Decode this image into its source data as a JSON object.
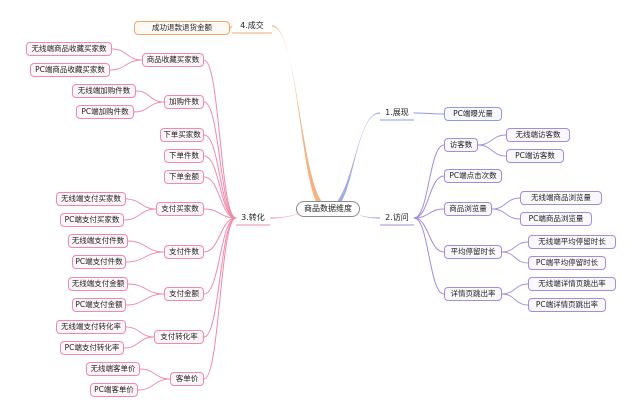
{
  "mindmap": {
    "root": "商品数据维度",
    "branches": [
      {
        "key": "b4",
        "label": "4.成交",
        "color": "#f4a46b",
        "children": [
          {
            "key": "b4_0",
            "label": "成功退款退货金额"
          }
        ]
      },
      {
        "key": "b1",
        "label": "1.展现",
        "color": "#8f9be6",
        "children": [
          {
            "key": "b1_0",
            "label": "PC端曝光量"
          }
        ]
      },
      {
        "key": "b2",
        "label": "2.访问",
        "color": "#a58be0",
        "children": [
          {
            "key": "b2_0",
            "label": "访客数",
            "children": [
              {
                "key": "b2_0_0",
                "label": "无线端访客数"
              },
              {
                "key": "b2_0_1",
                "label": "PC端访客数"
              }
            ]
          },
          {
            "key": "b2_1",
            "label": "PC端点击次数"
          },
          {
            "key": "b2_2",
            "label": "商品浏览量",
            "children": [
              {
                "key": "b2_2_0",
                "label": "无线端商品浏览量"
              },
              {
                "key": "b2_2_1",
                "label": "PC端商品浏览量"
              }
            ]
          },
          {
            "key": "b2_3",
            "label": "平均停留时长",
            "children": [
              {
                "key": "b2_3_0",
                "label": "无线端平均停留时长"
              },
              {
                "key": "b2_3_1",
                "label": "PC端平均停留时长"
              }
            ]
          },
          {
            "key": "b2_4",
            "label": "详情页跳出率",
            "children": [
              {
                "key": "b2_4_0",
                "label": "无线端详情页跳出率"
              },
              {
                "key": "b2_4_1",
                "label": "PC端详情页跳出率"
              }
            ]
          }
        ]
      },
      {
        "key": "b3",
        "label": "3.转化",
        "color": "#f08aa8",
        "children": [
          {
            "key": "b3_0",
            "label": "商品收藏买家数",
            "children": [
              {
                "key": "b3_0_0",
                "label": "无线端商品收藏买家数"
              },
              {
                "key": "b3_0_1",
                "label": "PC端商品收藏买家数"
              }
            ]
          },
          {
            "key": "b3_1",
            "label": "加购件数",
            "children": [
              {
                "key": "b3_1_0",
                "label": "无线端加购件数"
              },
              {
                "key": "b3_1_1",
                "label": "PC端加购件数"
              }
            ]
          },
          {
            "key": "b3_2",
            "label": "下单买家数"
          },
          {
            "key": "b3_3",
            "label": "下单件数"
          },
          {
            "key": "b3_4",
            "label": "下单金额"
          },
          {
            "key": "b3_5",
            "label": "支付买家数",
            "children": [
              {
                "key": "b3_5_0",
                "label": "无线端支付买家数"
              },
              {
                "key": "b3_5_1",
                "label": "PC端支付买家数"
              }
            ]
          },
          {
            "key": "b3_6",
            "label": "支付件数",
            "children": [
              {
                "key": "b3_6_0",
                "label": "无线端支付件数"
              },
              {
                "key": "b3_6_1",
                "label": "PC端支付件数"
              }
            ]
          },
          {
            "key": "b3_7",
            "label": "支付金额",
            "children": [
              {
                "key": "b3_7_0",
                "label": "无线端支付金额"
              },
              {
                "key": "b3_7_1",
                "label": "PC端支付金额"
              }
            ]
          },
          {
            "key": "b3_8",
            "label": "支付转化率",
            "children": [
              {
                "key": "b3_8_0",
                "label": "无线端支付转化率"
              },
              {
                "key": "b3_8_1",
                "label": "PC端支付转化率"
              }
            ]
          },
          {
            "key": "b3_9",
            "label": "客单价",
            "children": [
              {
                "key": "b3_9_0",
                "label": "无线端客单价"
              },
              {
                "key": "b3_9_1",
                "label": "PC端客单价"
              }
            ]
          }
        ]
      }
    ]
  }
}
